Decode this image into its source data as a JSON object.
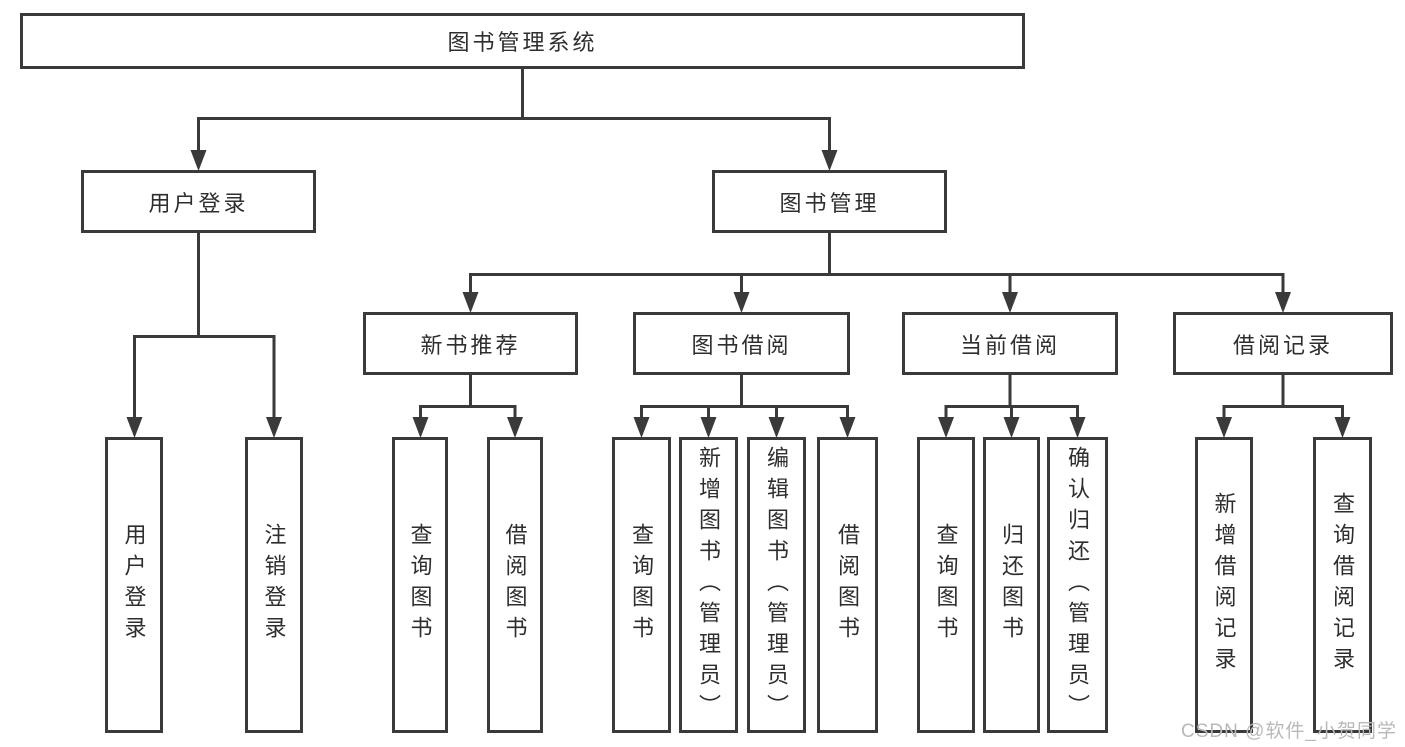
{
  "diagram": {
    "tree": {
      "label": "图书管理系统",
      "children": [
        {
          "label": "用户登录",
          "children": [
            {
              "label": "用户登录"
            },
            {
              "label": "注销登录"
            }
          ]
        },
        {
          "label": "图书管理",
          "children": [
            {
              "label": "新书推荐",
              "children": [
                {
                  "label": "查询图书"
                },
                {
                  "label": "借阅图书"
                }
              ]
            },
            {
              "label": "图书借阅",
              "children": [
                {
                  "label": "查询图书"
                },
                {
                  "label": "新增图书（管理员）"
                },
                {
                  "label": "编辑图书（管理员）"
                },
                {
                  "label": "借阅图书"
                }
              ]
            },
            {
              "label": "当前借阅",
              "children": [
                {
                  "label": "查询图书"
                },
                {
                  "label": "归还图书"
                },
                {
                  "label": "确认归还（管理员）"
                }
              ]
            },
            {
              "label": "借阅记录",
              "children": [
                {
                  "label": "新增借阅记录"
                },
                {
                  "label": "查询借阅记录"
                }
              ]
            }
          ]
        }
      ]
    },
    "colors": {
      "line": "#3a3a3a",
      "box_border": "#3a3a3a",
      "text": "#2e2e2e",
      "background": "#ffffff",
      "watermark": "#b9b9b9"
    }
  },
  "watermark": {
    "text": "CSDN @软件_小贺同学"
  }
}
